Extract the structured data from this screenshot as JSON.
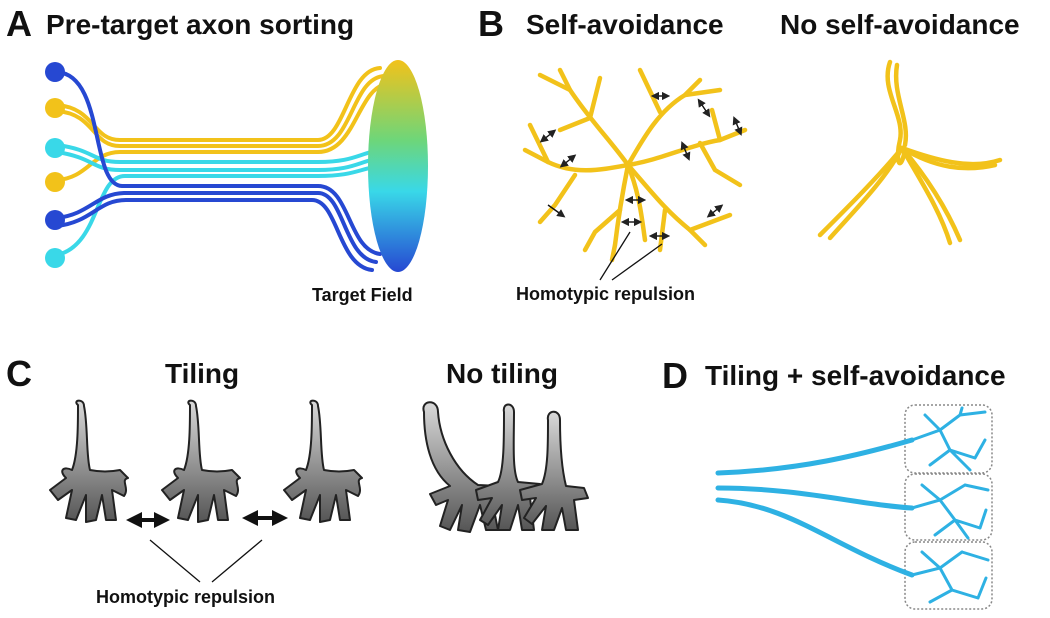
{
  "colors": {
    "gold": "#F2C21A",
    "blue_dark": "#2648D2",
    "cyan": "#39D8E8",
    "sky": "#2EB1E3",
    "neuron_gray": "#8F8F8F",
    "text": "#111111"
  },
  "panelA": {
    "letter": "A",
    "title": "Pre-target axon sorting",
    "target_label": "Target Field",
    "neuron_colors": [
      "blue_dark",
      "gold",
      "cyan",
      "gold",
      "blue_dark",
      "cyan"
    ]
  },
  "panelB": {
    "letter": "B",
    "title": "Self-avoidance",
    "title_right": "No self-avoidance",
    "caption": "Homotypic repulsion"
  },
  "panelC": {
    "letter": "C",
    "title": "Tiling",
    "title_right": "No tiling",
    "caption": "Homotypic repulsion"
  },
  "panelD": {
    "letter": "D",
    "title": "Tiling + self-avoidance"
  }
}
